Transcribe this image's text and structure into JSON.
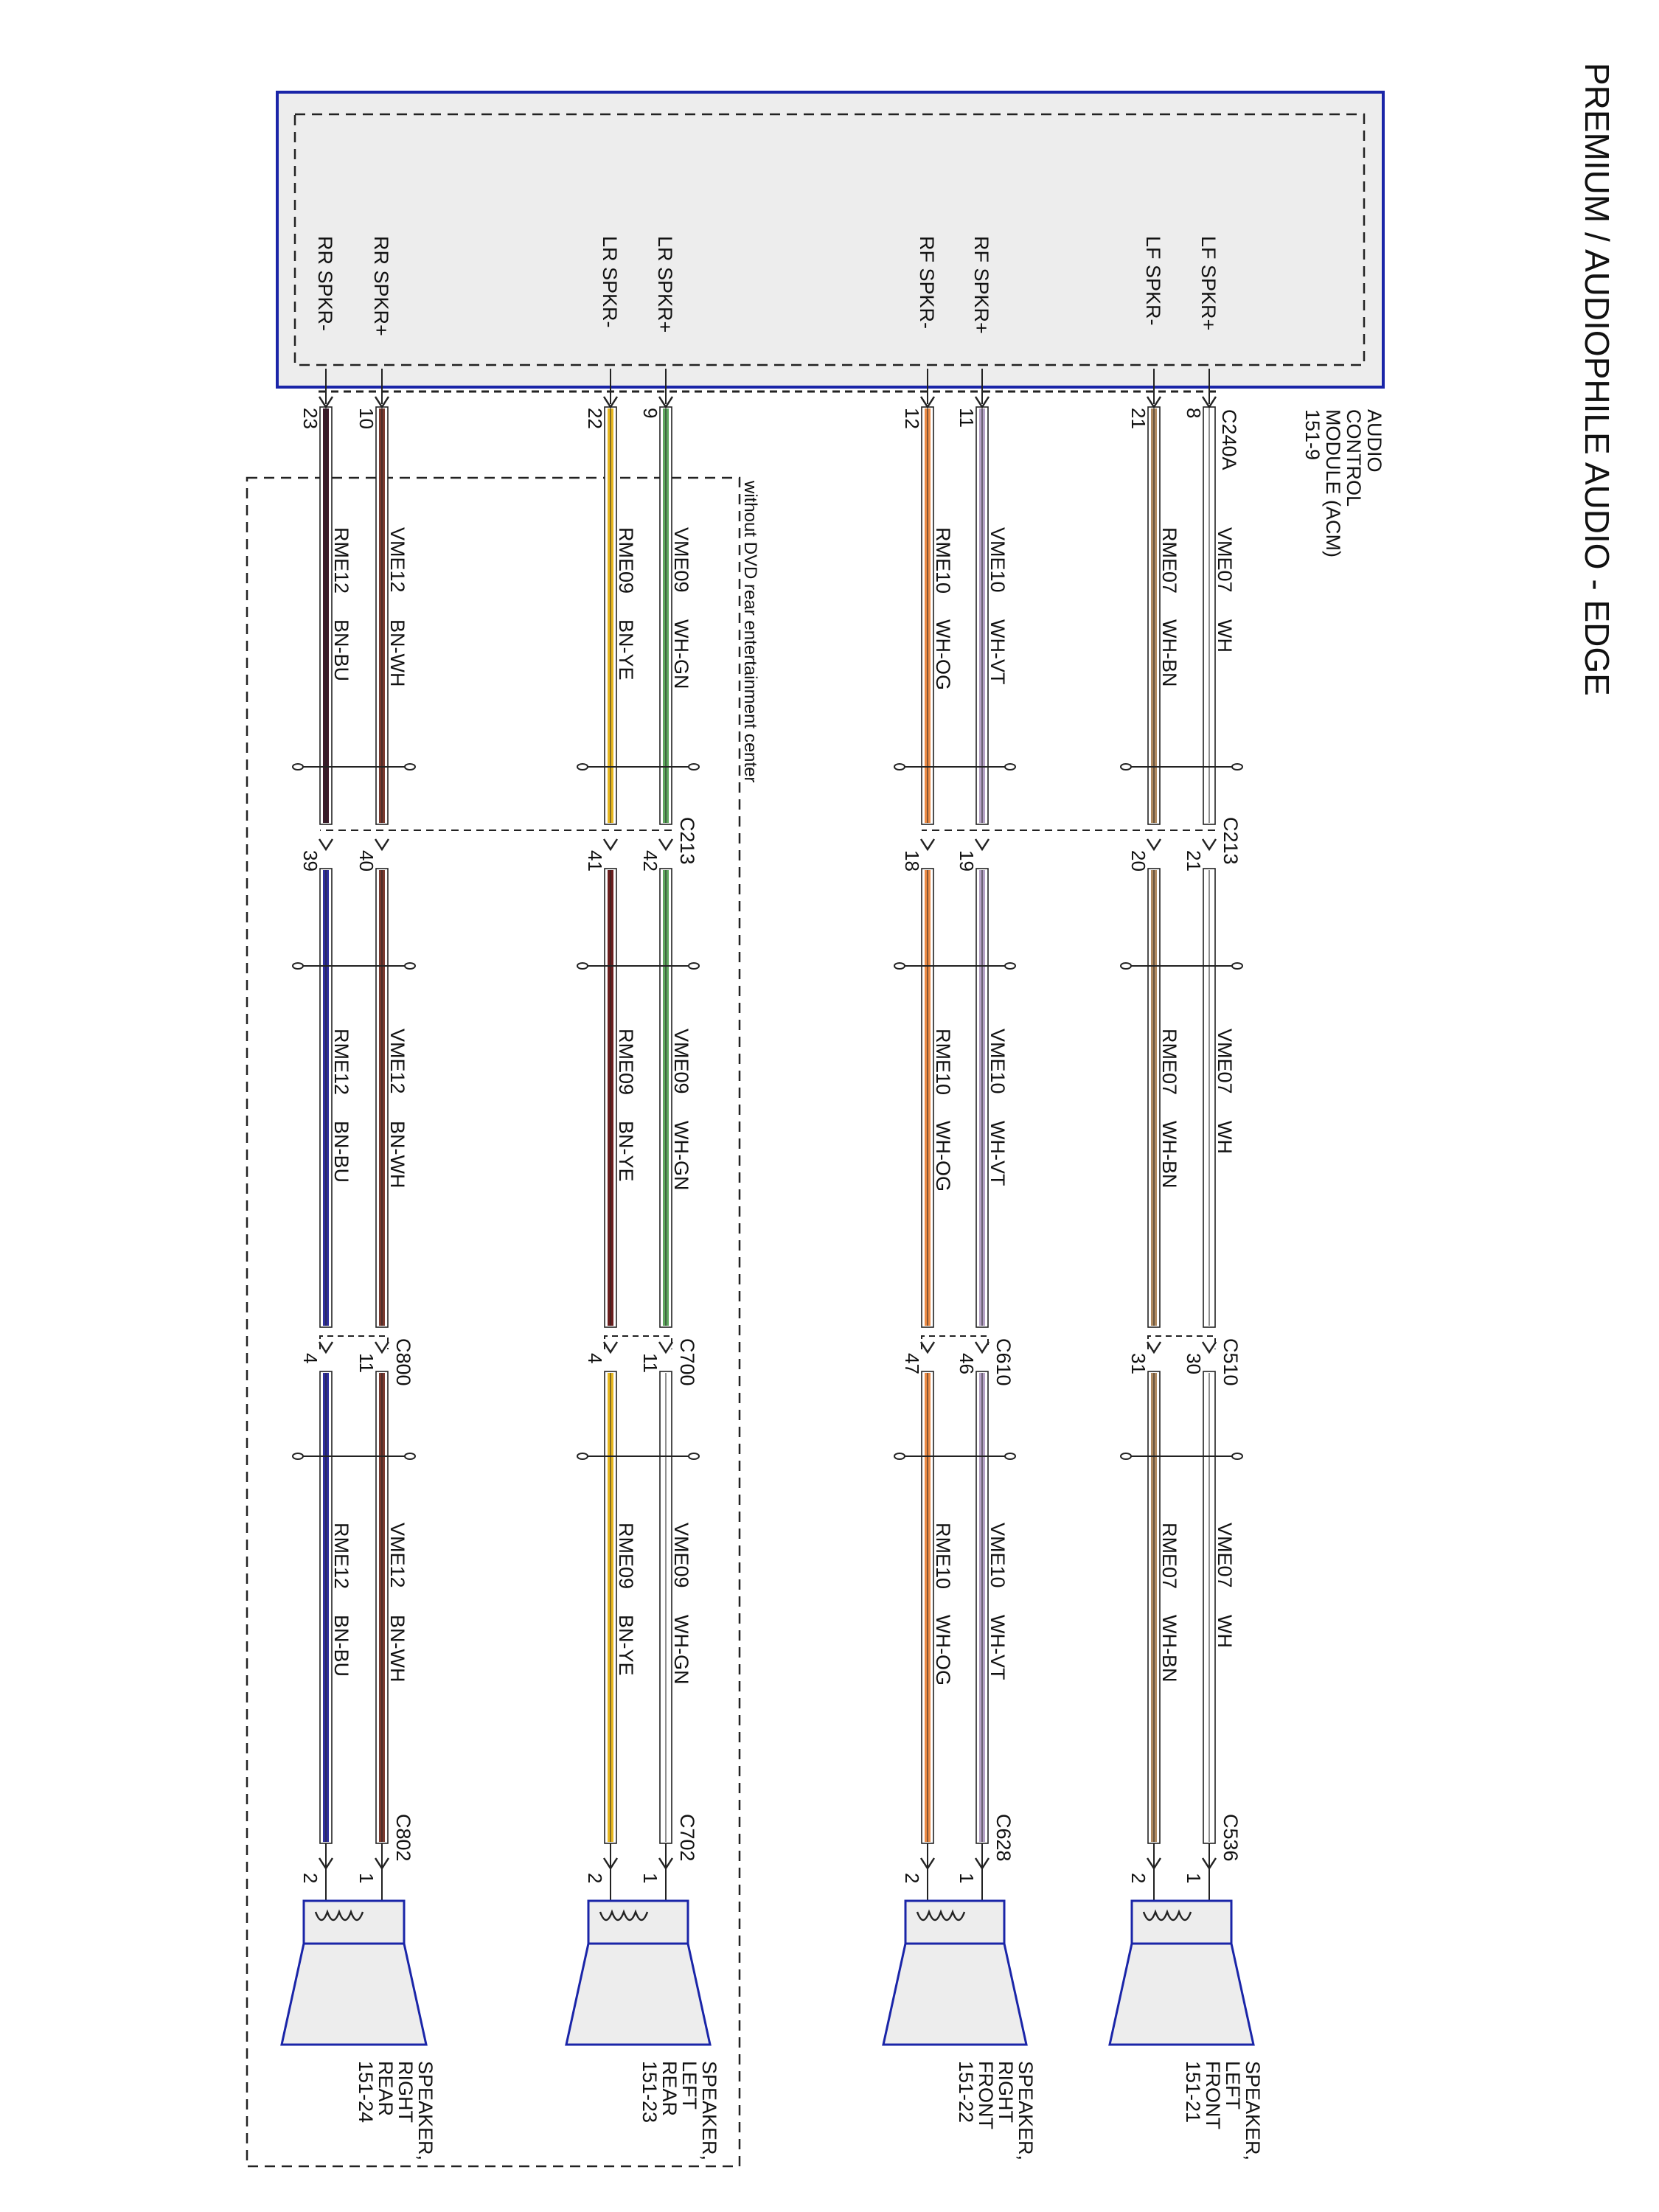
{
  "title": "PREMIUM / AUDIOPHILE AUDIO - EDGE",
  "module": {
    "label_lines": [
      "AUDIO",
      "CONTROL",
      "MODULE (ACM)",
      "151-9"
    ],
    "connector": "C240A"
  },
  "note": "without DVD rear entertainment center",
  "inline_connectors": [
    "C213",
    "C213"
  ],
  "colors": {
    "module_border": "#1a25a8",
    "module_fill": "#ededed",
    "speaker_border": "#1a25a8",
    "WH": "#ffffff",
    "WH-BN": "#b08a60",
    "WH-VT": "#b6a2c6",
    "WH-OG": "#ec8a44",
    "WH-GN": "#5fa85f",
    "BN-YE": "#e8b820",
    "BN-WH": "#7b3a30",
    "BN-BU": "#2e2e9e",
    "BN-ALT": "#6a1d1d",
    "RME12-A": "#3d1a2a"
  },
  "groups": [
    {
      "circuits": [
        {
          "signal": "LF SPKR+",
          "pin_acm": "8",
          "pin_c213": "21",
          "pin_mid": "30",
          "pin_spk": "1",
          "code": "VME07",
          "color": "WH",
          "seg1_stripe": "WH",
          "seg2_stripe": "WH",
          "seg3_stripe": "WH"
        },
        {
          "signal": "LF SPKR-",
          "pin_acm": "21",
          "pin_c213": "20",
          "pin_mid": "31",
          "pin_spk": "2",
          "code": "RME07",
          "color": "WH-BN",
          "seg1_stripe": "WH-BN",
          "seg2_stripe": "WH-BN",
          "seg3_stripe": "WH-BN"
        }
      ],
      "mid_connector": "C510",
      "spk_connector": "C536",
      "speaker_lines": [
        "SPEAKER,",
        "LEFT",
        "FRONT",
        "151-21"
      ]
    },
    {
      "circuits": [
        {
          "signal": "RF SPKR+",
          "pin_acm": "11",
          "pin_c213": "19",
          "pin_mid": "46",
          "pin_spk": "1",
          "code": "VME10",
          "color": "WH-VT",
          "seg1_stripe": "WH-VT",
          "seg2_stripe": "WH-VT",
          "seg3_stripe": "WH-VT"
        },
        {
          "signal": "RF SPKR-",
          "pin_acm": "12",
          "pin_c213": "18",
          "pin_mid": "47",
          "pin_spk": "2",
          "code": "RME10",
          "color": "WH-OG",
          "seg1_stripe": "WH-OG",
          "seg2_stripe": "WH-OG",
          "seg3_stripe": "WH-OG"
        }
      ],
      "mid_connector": "C610",
      "spk_connector": "C628",
      "speaker_lines": [
        "SPEAKER,",
        "RIGHT",
        "FRONT",
        "151-22"
      ]
    },
    {
      "circuits": [
        {
          "signal": "LR SPKR+",
          "pin_acm": "9",
          "pin_c213": "42",
          "pin_mid": "11",
          "pin_spk": "1",
          "code": "VME09",
          "color": "WH-GN",
          "seg1_stripe": "WH-GN",
          "seg2_stripe": "WH-GN",
          "seg3_stripe": "WH"
        },
        {
          "signal": "LR SPKR-",
          "pin_acm": "22",
          "pin_c213": "41",
          "pin_mid": "4",
          "pin_spk": "2",
          "code": "RME09",
          "color": "BN-YE",
          "seg1_stripe": "BN-YE",
          "seg2_stripe": "BN-ALT",
          "seg3_stripe": "BN-YE"
        }
      ],
      "mid_connector": "C700",
      "spk_connector": "C702",
      "speaker_lines": [
        "SPEAKER,",
        "LEFT",
        "REAR",
        "151-23"
      ]
    },
    {
      "circuits": [
        {
          "signal": "RR SPKR+",
          "pin_acm": "10",
          "pin_c213": "40",
          "pin_mid": "11",
          "pin_spk": "1",
          "code": "VME12",
          "color": "BN-WH",
          "seg1_stripe": "BN-WH",
          "seg2_stripe": "BN-WH",
          "seg3_stripe": "BN-WH"
        },
        {
          "signal": "RR SPKR-",
          "pin_acm": "23",
          "pin_c213": "39",
          "pin_mid": "4",
          "pin_spk": "2",
          "code": "RME12",
          "color": "BN-BU",
          "seg1_stripe": "RME12-A",
          "seg2_stripe": "BN-BU",
          "seg3_stripe": "BN-BU"
        }
      ],
      "mid_connector": "C800",
      "spk_connector": "C802",
      "speaker_lines": [
        "SPEAKER,",
        "RIGHT",
        "REAR",
        "151-24"
      ]
    }
  ]
}
